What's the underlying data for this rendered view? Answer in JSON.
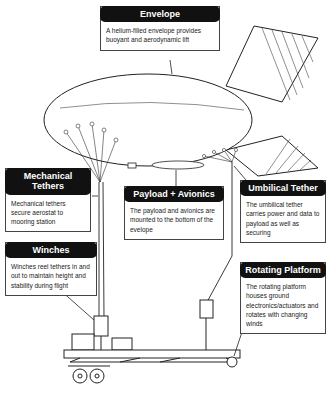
{
  "diagram": {
    "nodes": [
      {
        "text": [
          "Envelope",
          "A helium-filled envelope provides buoyant and aerodynamic lift"
        ]
      },
      {
        "text": [
          "Mechanical Tethers",
          "Mechanical tethers secure aerostat to mooring station"
        ]
      },
      {
        "text": [
          "Payload + Avionics",
          "The payload and avionics are mounted to the bottom of the evelope"
        ]
      },
      {
        "text": [
          "Umbilical Tether",
          "The umbilical tether carries power and data to payload as well as securing"
        ]
      },
      {
        "text": [
          "Winches",
          "Winches reel tethers in and out to maintain height and stability during flight"
        ]
      },
      {
        "text": [
          "Rotating Platform",
          "The rotating platform houses ground electronics/actuators and rotates with changing winds"
        ]
      }
    ]
  }
}
